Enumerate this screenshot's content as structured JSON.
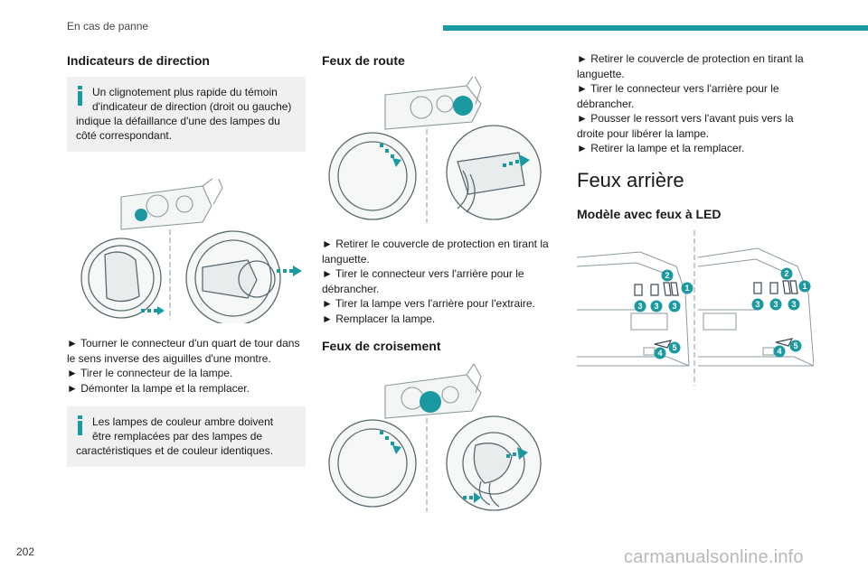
{
  "header": {
    "section_title": "En cas de panne",
    "accent_color": "#1a9aa0"
  },
  "col1": {
    "heading": "Indicateurs de direction",
    "info1": [
      "Un clignotement plus rapide du témoin",
      "d'indicateur de direction (droit ou gauche)",
      "indique la défaillance d'une des lampes du",
      "côté correspondant."
    ],
    "steps": [
      "► Tourner le connecteur d'un quart de tour dans",
      "le sens inverse des aiguilles d'une montre.",
      "► Tirer le connecteur de la lampe.",
      "► Démonter la lampe et la remplacer."
    ],
    "info2": [
      "Les lampes de couleur ambre doivent",
      "être remplacées par des lampes de",
      "caractéristiques et de couleur identiques."
    ]
  },
  "col2": {
    "heading1": "Feux de route",
    "steps": [
      "► Retirer le couvercle de protection en tirant la",
      "languette.",
      "► Tirer le connecteur vers l'arrière pour le",
      "débrancher.",
      "► Tirer la lampe vers l'arrière pour l'extraire.",
      "► Remplacer la lampe."
    ],
    "heading2": "Feux de croisement"
  },
  "col3": {
    "steps": [
      "► Retirer le couvercle de protection en tirant la",
      "languette.",
      "► Tirer le connecteur vers l'arrière pour le",
      "débrancher.",
      "► Pousser le ressort vers l'avant puis vers la",
      "droite pour libérer la lampe.",
      "► Retirer la lampe et la remplacer."
    ],
    "title": "Feux arrière",
    "subheading": "Modèle avec feux à LED",
    "callouts": [
      "1",
      "2",
      "3",
      "4",
      "5"
    ]
  },
  "footer": {
    "page_number": "202",
    "watermark": "carmanualsonline.info"
  }
}
